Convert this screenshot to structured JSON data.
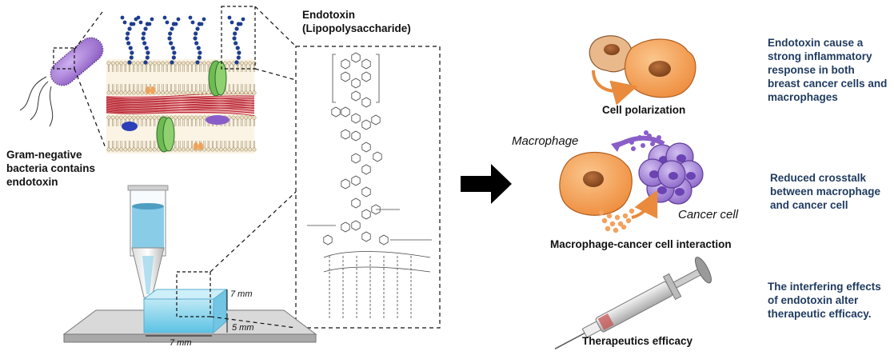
{
  "left": {
    "bacteria_label": "Gram-negative bacteria contains endotoxin",
    "endotoxin_title": "Endotoxin",
    "endotoxin_subtitle": "(Lipopolysaccharide)"
  },
  "dimensions": {
    "height_top": "7 mm",
    "height_side": "5 mm",
    "width_bottom": "7 mm"
  },
  "middle": {
    "cell_polarization": "Cell polarization",
    "macrophage": "Macrophage",
    "cancer_cell": "Cancer cell",
    "interaction": "Macrophage-cancer cell interaction",
    "therapeutics": "Therapeutics efficacy"
  },
  "right": {
    "effect1": "Endotoxin cause a strong inflammatory response in both breast cancer cells and macrophages",
    "effect2": "Reduced crosstalk between macrophage and cancer cell",
    "effect3": "The interfering effects of endotoxin alter therapeutic efficacy."
  },
  "colors": {
    "bacteria": "#a97fd6",
    "membrane_red": "#c2303a",
    "lipid_head": "#e8dcc0",
    "sugar_blue": "#1e3d8f",
    "porin_green": "#5aa84a",
    "macrophage": "#f5a25a",
    "cancer": "#a788d8",
    "gel_blue": "#8fd3ea",
    "text_navy": "#1f3a5f"
  }
}
